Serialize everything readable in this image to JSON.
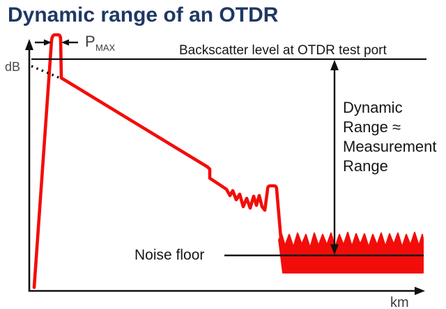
{
  "title": "Dynamic range of an OTDR",
  "diagram": {
    "y_axis_label": "dB",
    "x_axis_label": "km",
    "backscatter_label": "Backscatter level at OTDR test port",
    "pmax_label": "P",
    "pmax_subscript": "MAX",
    "dynamic_range_lines": [
      "Dynamic",
      "Range ≈",
      "Measurement",
      "Range"
    ],
    "noise_floor_label": "Noise floor"
  },
  "colors": {
    "title_navy": "#1f3864",
    "trace_red": "#f20d0a",
    "annotation_black": "#111111",
    "axis_label_gray": "#4a4a4a"
  }
}
